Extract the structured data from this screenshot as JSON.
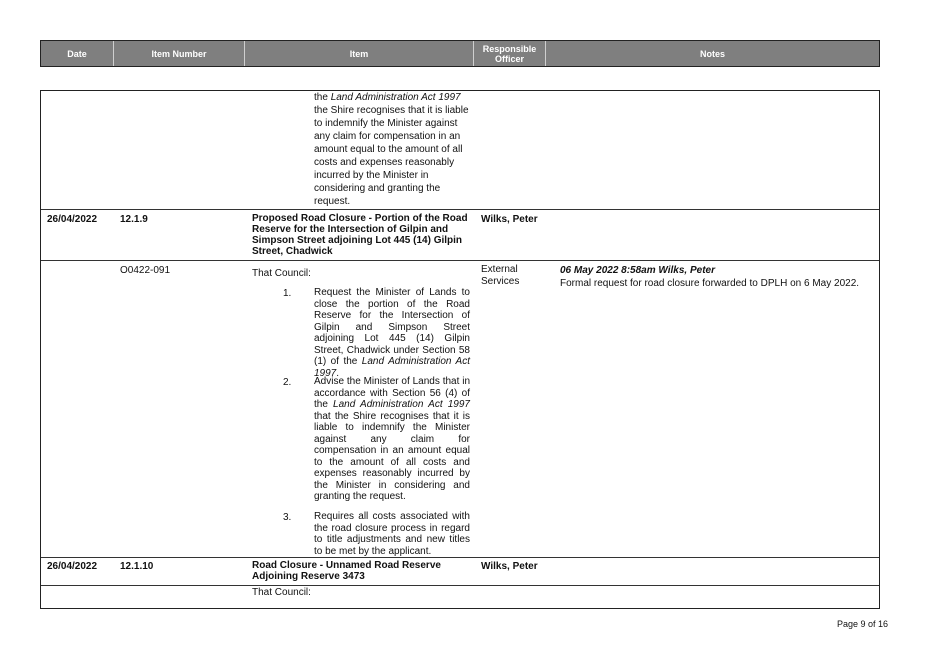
{
  "columns": {
    "date": "Date",
    "item_number": "Item Number",
    "item": "Item",
    "responsible_officer": "Responsible Officer",
    "notes": "Notes"
  },
  "continued": {
    "line1_pre": "the ",
    "line1_italic": "Land Administration Act 1997",
    "body": "the Shire recognises that it is liable to indemnify the Minister against any claim for compensation in an amount equal to the amount of all costs and expenses reasonably incurred by the Minister in considering and granting the request."
  },
  "item1": {
    "date": "26/04/2022",
    "number": "12.1.9",
    "title": "Proposed Road Closure - Portion of the Road Reserve for the Intersection of Gilpin and Simpson Street adjoining Lot 445 (14) Gilpin Street, Chadwick",
    "officer": "Wilks, Peter"
  },
  "action1": {
    "ref": "O0422-091",
    "intro": "That Council:",
    "officer_line1": "External",
    "officer_line2": "Services",
    "note_heading": "06 May 2022 8:58am Wilks, Peter",
    "note_text": "Formal request for road closure forwarded to DPLH on 6 May 2022.",
    "points": [
      {
        "n": "1.",
        "pre": "Request the Minister of Lands to close the portion of the Road Reserve for the Intersection of Gilpin and Simpson Street adjoining Lot 445 (14) Gilpin Street, Chadwick under Section 58 (1) of the ",
        "italic": "Land Administration Act 1997",
        "post": "."
      },
      {
        "n": "2.",
        "pre": "Advise the Minister of Lands that in accordance with Section 56 (4) of the ",
        "italic": "Land Administration Act 1997",
        "post": " that the Shire recognises that it is liable to indemnify the Minister against any claim for compensation in an amount equal to the amount of all costs and expenses reasonably incurred by the Minister in considering and granting the request."
      },
      {
        "n": "3.",
        "pre": "Requires all costs associated with the road closure process in regard to title adjustments and new titles to be met by the applicant.",
        "italic": "",
        "post": ""
      }
    ]
  },
  "item2": {
    "date": "26/04/2022",
    "number": "12.1.10",
    "title": "Road Closure - Unnamed Road Reserve Adjoining Reserve 3473",
    "officer": "Wilks, Peter",
    "intro": "That Council:"
  },
  "footer": "Page 9 of 16"
}
